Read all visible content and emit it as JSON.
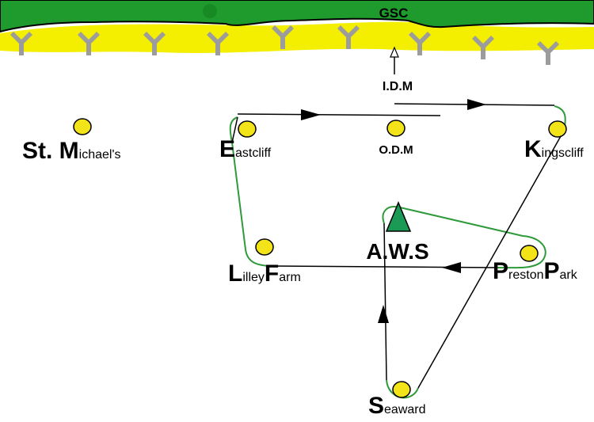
{
  "title": "GSC",
  "colors": {
    "grass": "#1f9a2c",
    "sand": "#f4ee00",
    "route": "#2e9a3a",
    "stop": "#f2e419",
    "aws": "#1a9a55",
    "groyne": "#9c9c9c"
  },
  "labels": {
    "idm": "I.D.M",
    "odm": "O.D.M",
    "aws": "A.W.S",
    "st_michaels": {
      "initial": "St. M",
      "rest": "ichael's"
    },
    "eastcliff": {
      "initial": "E",
      "rest": "astcliff"
    },
    "kingscliff": {
      "initial": "K",
      "rest": "ingscliff"
    },
    "lilley_farm": {
      "w1_initial": "L",
      "w1_rest": "illey",
      "w2_initial": "F",
      "w2_rest": "arm"
    },
    "preston_park": {
      "w1_initial": "P",
      "w1_rest": "reston",
      "w2_initial": "P",
      "w2_rest": "ark"
    },
    "seaward": {
      "initial": "S",
      "rest": "eaward"
    }
  },
  "icons": {
    "stop": "circle-marker-icon",
    "aws": "triangle-marker-icon",
    "groyne": "y-groyne-icon"
  }
}
